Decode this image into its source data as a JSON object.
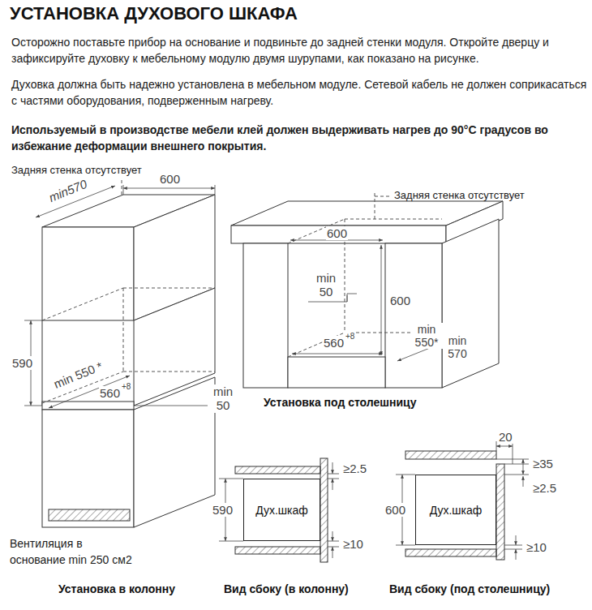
{
  "diagram": {
    "title": "УСТАНОВКА ДУХОВОГО ШКАФА",
    "nodes": [
      {
        "text": [
          "Дух.шкаф"
        ]
      },
      {
        "text": [
          "Дух.шкаф"
        ]
      }
    ],
    "labels": [
      "Осторожно поставьте прибор на основание и подвиньте до задней стенки модуля. Откройте дверцу и зафиксируйте духовку к мебельному модулю двумя шурупами, как показано на рисунке.",
      "Духовка должна быть надежно установлена в мебельном модуле. Сетевой кабель не должен соприкасаться с частями оборудования, подверженным нагреву.",
      "Используемый в производстве мебели клей должен выдерживать нагрев до 90°С градусов во избежание деформации внешнего покрытия.",
      "Задняя стенка отсутствует",
      "min570",
      "600",
      "590",
      "min 550 *",
      "560",
      "+8",
      "min 50",
      "Вентиляция в основание min 250 см2",
      "Задняя стенка отсутствует",
      "600",
      "min 50",
      "600",
      "560",
      "+8",
      "min 550*",
      "min 570",
      "Установка под столешницу",
      "≥2.5",
      "590",
      "≥10",
      "20",
      "≥35",
      "≥2.5",
      "600",
      "≥10",
      "Установка в колонну",
      "Вид сбоку (в колонну)",
      "Вид сбоку (под столешницу)"
    ]
  }
}
